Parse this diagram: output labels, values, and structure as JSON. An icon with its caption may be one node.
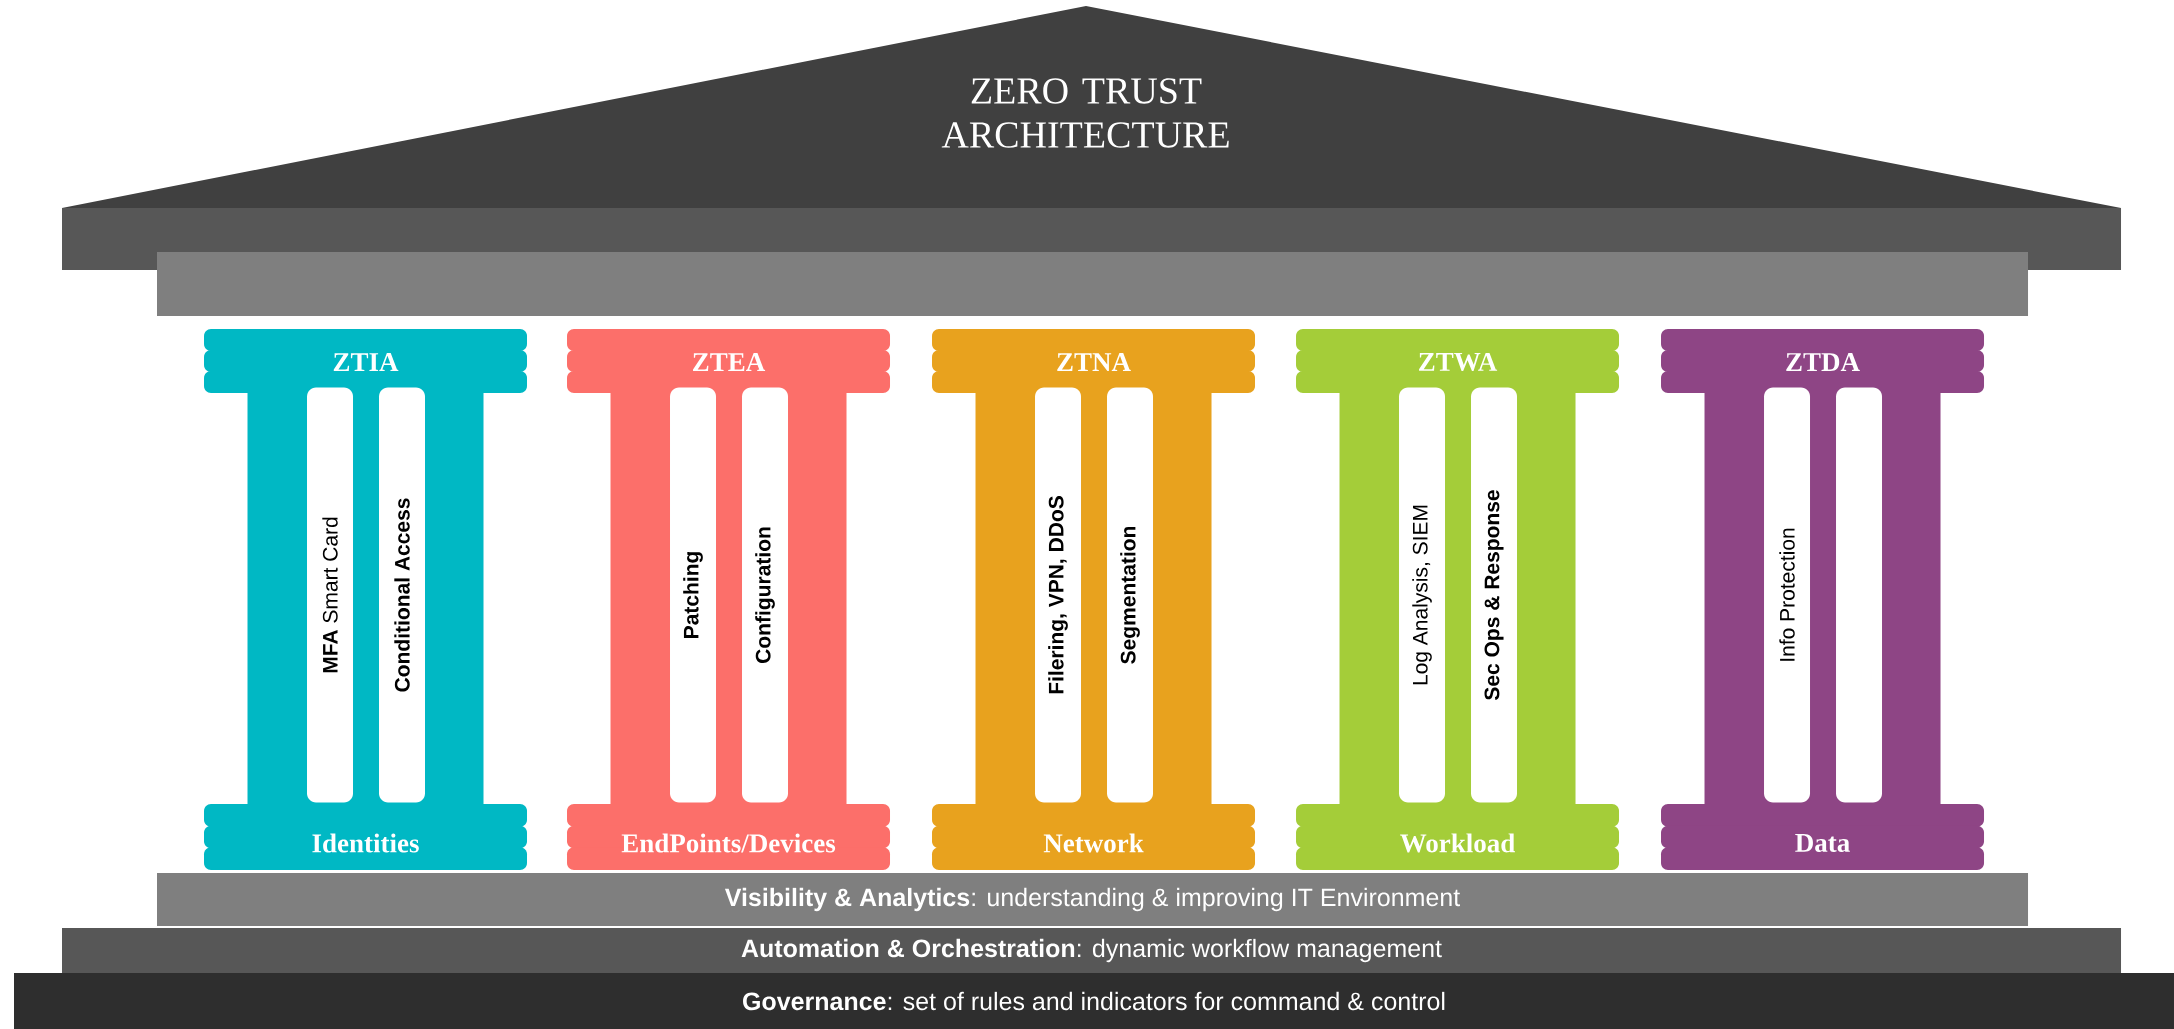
{
  "diagram": {
    "nodes": [
      {
        "text": [
          "ZERO TRUST ARCHITECTURE"
        ]
      },
      {
        "text": [
          "ZTIA",
          "Identities"
        ]
      },
      {
        "text": [
          "**MFA** Smart Card"
        ],
        "in": 1
      },
      {
        "text": [
          "Conditional Access"
        ],
        "in": 1
      },
      {
        "text": [
          "ZTEA",
          "EndPoints/Devices"
        ]
      },
      {
        "text": [
          "Patching"
        ],
        "in": 4
      },
      {
        "text": [
          "Configuration"
        ],
        "in": 4
      },
      {
        "text": [
          "ZTNA",
          "Network"
        ]
      },
      {
        "text": [
          "Filering, VPN, DDoS"
        ],
        "in": 7
      },
      {
        "text": [
          "Segmentation"
        ],
        "in": 7
      },
      {
        "text": [
          "ZTWA",
          "Workload"
        ]
      },
      {
        "text": [
          "Log Analysis, SIEM"
        ],
        "in": 10
      },
      {
        "text": [
          "Sec Ops & Response"
        ],
        "in": 10
      },
      {
        "text": [
          "ZTDA",
          "Data"
        ]
      },
      {
        "text": [
          "Info Protection"
        ],
        "in": 13
      },
      {
        "text": [],
        "shape": "box",
        "in": 13
      },
      {
        "text": [
          "**Visibility & Analytics**: understanding & improving IT Environment"
        ]
      },
      {
        "text": [
          "**Automation & Orchestration**: dynamic workflow management"
        ]
      },
      {
        "text": [
          "**Governance**: set of rules and indicators for command & control"
        ]
      }
    ]
  }
}
